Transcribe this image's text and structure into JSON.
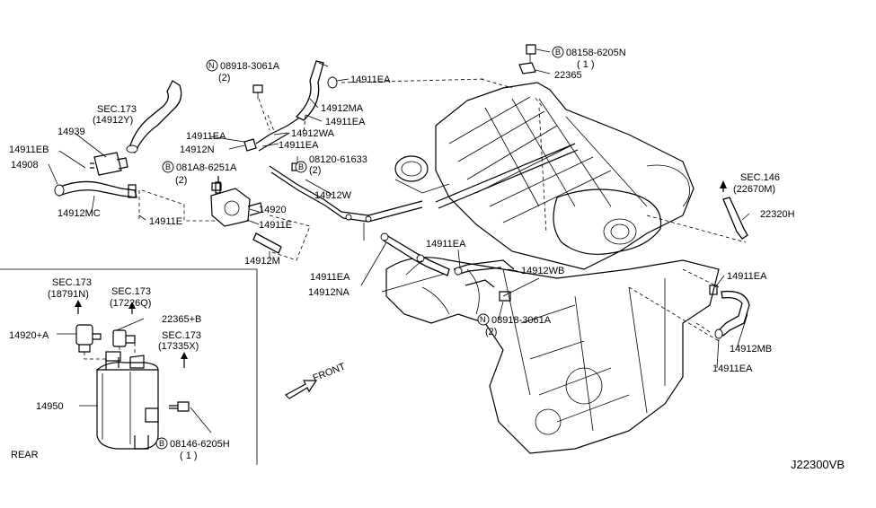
{
  "labels": {
    "l_08158": "08158-6205N",
    "l_08158_q": "( 1 )",
    "l_22365": "22365",
    "l_08918a": "08918-3061A",
    "l_08918a_q": "(2)",
    "l_14911ea_top": "14911EA",
    "l_sec173_a": "SEC.173",
    "l_14912y": "(14912Y)",
    "l_14912ma": "14912MA",
    "l_14911ea_b": "14911EA",
    "l_14911ea_c": "14911EA",
    "l_14912wa": "14912WA",
    "l_14939": "14939",
    "l_14911eb": "14911EB",
    "l_14908": "14908",
    "l_14912n": "14912N",
    "l_14911ea_d": "14911EA",
    "l_081a8": "081A8-6251A",
    "l_081a8_q": "(2)",
    "l_08120": "08120-61633",
    "l_08120_q": "(2)",
    "l_sec146": "SEC.146",
    "l_22670m": "(22670M)",
    "l_22320h": "22320H",
    "l_14912w": "14912W",
    "l_14920": "14920",
    "l_14911e_a": "14911E",
    "l_14912mc": "14912MC",
    "l_14911e_b": "14911E",
    "l_14912m": "14912M",
    "l_14911ea_e": "14911EA",
    "l_14911ea_f": "14911EA",
    "l_14912na": "14912NA",
    "l_14912wb": "14912WB",
    "l_14911ea_g": "14911EA",
    "l_08918b": "08918-3061A",
    "l_08918b_q": "(2)",
    "l_14912mb": "14912MB",
    "l_14911ea_h": "14911EA",
    "l_sec173_b": "SEC.173",
    "l_18791n": "(18791N)",
    "l_sec173_c": "SEC.173",
    "l_17226q": "(17226Q)",
    "l_22365b": "22365+B",
    "l_14920a": "14920+A",
    "l_sec173_d": "SEC.173",
    "l_17335x": "(17335X)",
    "l_14950": "14950",
    "l_rear": "REAR",
    "l_08146": "08146-6205H",
    "l_08146_q": "( 1 )",
    "l_front": "FRONT",
    "l_code": "J22300VB"
  },
  "circles": {
    "c_b1": "B",
    "c_n1": "N",
    "c_b2": "B",
    "c_b3": "B",
    "c_n2": "N",
    "c_b4": "B"
  },
  "icons": [
    "front-arrow-icon"
  ]
}
